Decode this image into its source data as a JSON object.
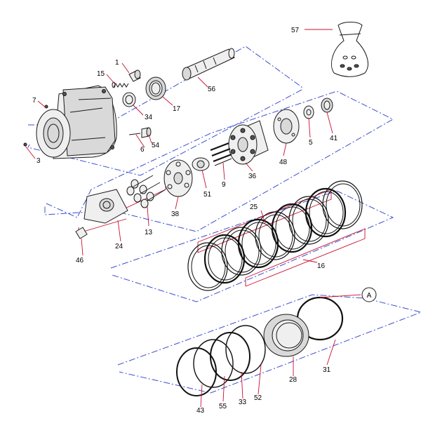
{
  "colors": {
    "leader": "#c8102e",
    "centerline": "#3a4fd1",
    "ink": "#1a1a1a",
    "paper": "#ffffff"
  },
  "reference_marker": "A",
  "callouts": {
    "p1": "1",
    "p3": "3",
    "p5": "5",
    "p6": "6",
    "p7": "7",
    "p9": "9",
    "p13": "13",
    "p15": "15",
    "p16": "16",
    "p17": "17",
    "p24": "24",
    "p25": "25",
    "p28": "28",
    "p31": "31",
    "p33": "33",
    "p34": "34",
    "p36": "36",
    "p38": "38",
    "p41": "41",
    "p43": "43",
    "p46": "46",
    "p48": "48",
    "p51": "51",
    "p52": "52",
    "p54": "54",
    "p55": "55",
    "p56": "56",
    "p57": "57"
  }
}
